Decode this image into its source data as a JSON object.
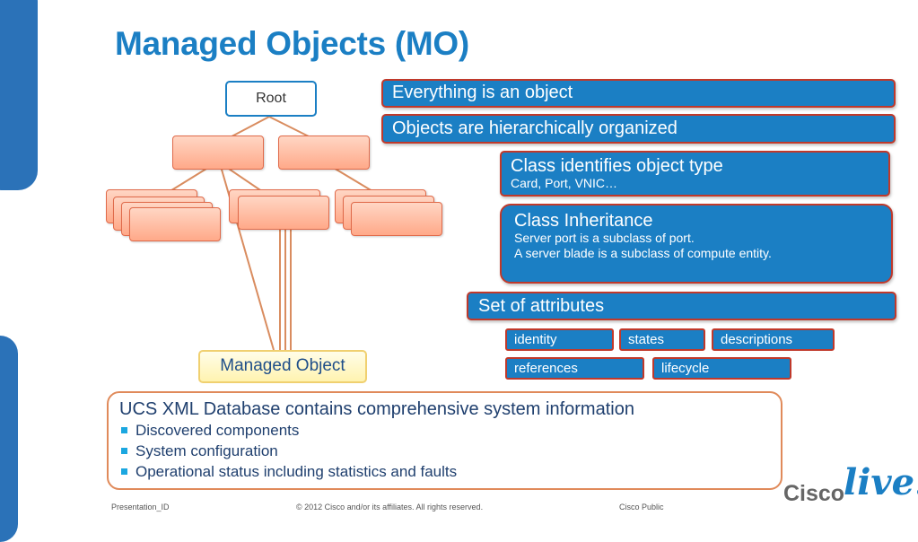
{
  "slide": {
    "title": "Managed Objects (MO)",
    "tree": {
      "root_label": "Root",
      "leaf_label": "Managed Object"
    },
    "boxes": {
      "everything": "Everything is an object",
      "hierarchical": "Objects are hierarchically organized",
      "class_type_title": "Class identifies object type",
      "class_type_detail": "Card, Port, VNIC…",
      "inheritance_title": "Class Inheritance",
      "inheritance_line1": "Server port is a subclass of port.",
      "inheritance_line2": "A server blade is a subclass of compute entity.",
      "attributes_title": "Set of attributes"
    },
    "attributes": [
      "identity",
      "states",
      "descriptions",
      "references",
      "lifecycle"
    ],
    "database": {
      "heading": "UCS XML Database contains comprehensive system information",
      "bullets": [
        "Discovered components",
        "System configuration",
        "Operational status including statistics and faults"
      ]
    },
    "footer": {
      "presentation_id": "Presentation_ID",
      "copyright": "© 2012 Cisco and/or its affiliates. All rights reserved.",
      "classification": "Cisco Public"
    },
    "logo": {
      "brand": "Cisco",
      "event": "live!"
    },
    "colors": {
      "accent_blue": "#1b7fc4",
      "box_border_red": "#c0392b",
      "node_orange": "#ffa989",
      "deco_blue": "#2b72b8"
    }
  }
}
